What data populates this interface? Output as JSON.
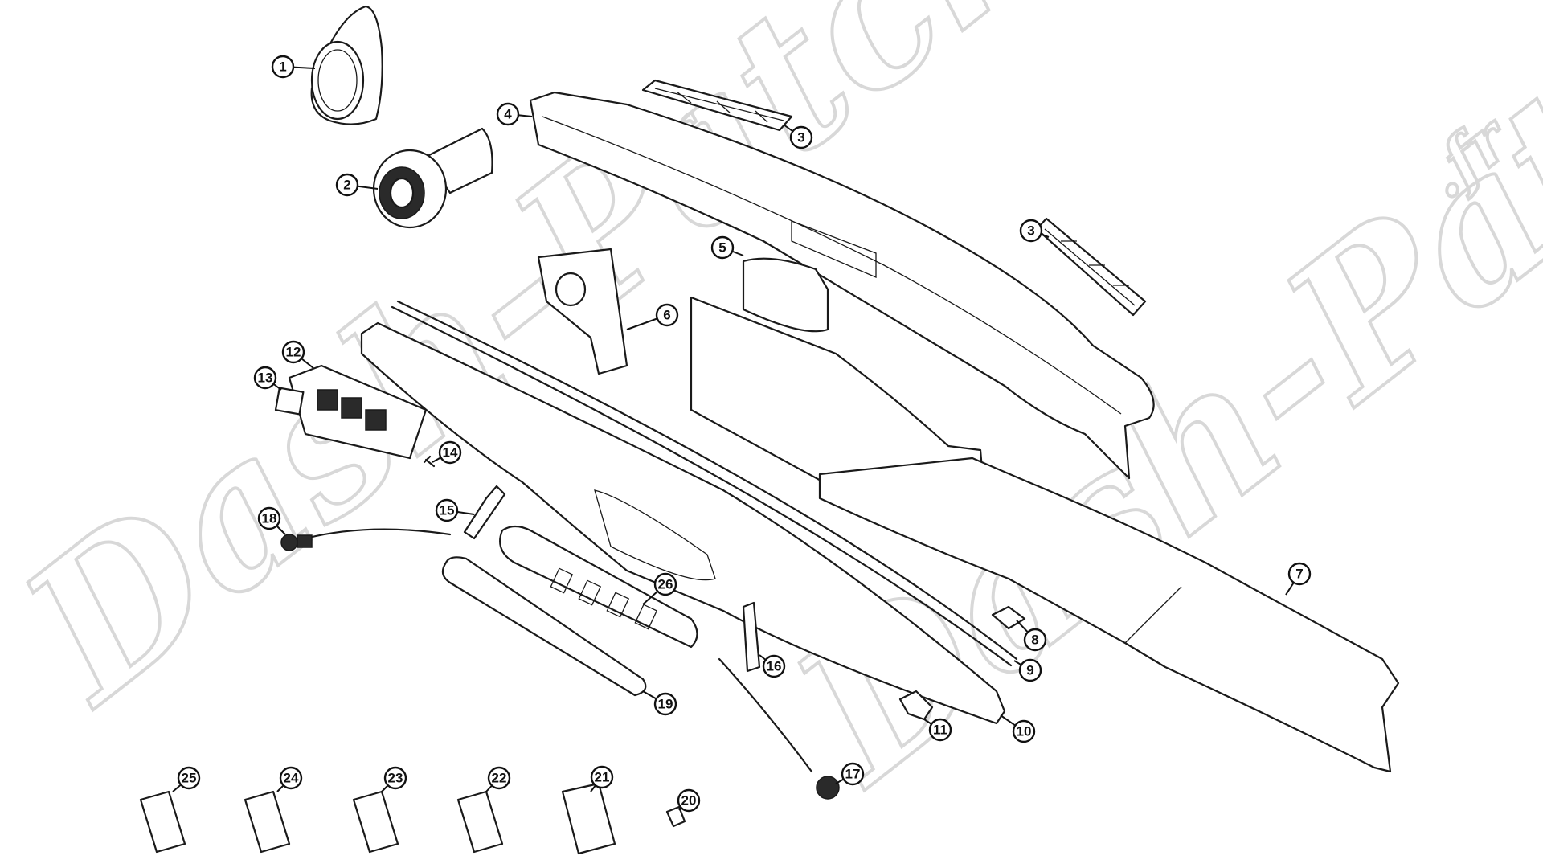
{
  "watermark": {
    "text": "Dash-Patch",
    "suffix": ".fr"
  },
  "callouts": [
    {
      "id": "1",
      "label": "1"
    },
    {
      "id": "2",
      "label": "2"
    },
    {
      "id": "3a",
      "label": "3"
    },
    {
      "id": "3b",
      "label": "3"
    },
    {
      "id": "4",
      "label": "4"
    },
    {
      "id": "5",
      "label": "5"
    },
    {
      "id": "6",
      "label": "6"
    },
    {
      "id": "7",
      "label": "7"
    },
    {
      "id": "8",
      "label": "8"
    },
    {
      "id": "9",
      "label": "9"
    },
    {
      "id": "10",
      "label": "10"
    },
    {
      "id": "11",
      "label": "11"
    },
    {
      "id": "12",
      "label": "12"
    },
    {
      "id": "13",
      "label": "13"
    },
    {
      "id": "14",
      "label": "14"
    },
    {
      "id": "15",
      "label": "15"
    },
    {
      "id": "16",
      "label": "16"
    },
    {
      "id": "17",
      "label": "17"
    },
    {
      "id": "18",
      "label": "18"
    },
    {
      "id": "19",
      "label": "19"
    },
    {
      "id": "20",
      "label": "20"
    },
    {
      "id": "21",
      "label": "21"
    },
    {
      "id": "22",
      "label": "22"
    },
    {
      "id": "23",
      "label": "23"
    },
    {
      "id": "24",
      "label": "24"
    },
    {
      "id": "25",
      "label": "25"
    },
    {
      "id": "26",
      "label": "26"
    }
  ]
}
